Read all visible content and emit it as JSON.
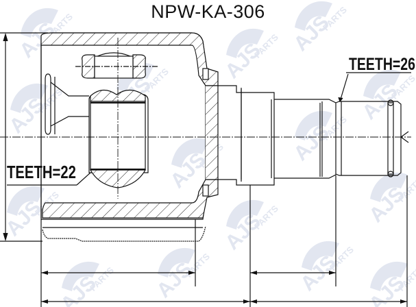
{
  "title": "NPW-KA-306",
  "labels": {
    "outer_teeth": "TEETH=26",
    "inner_teeth": "TEETH=22"
  },
  "watermark": {
    "brand": "AJS",
    "suffix": "PARTS",
    "color": "#dfe4ef"
  },
  "drawing": {
    "type": "CV joint inner (tripod) cross-section",
    "line_color": "#111111",
    "dimension_lines": 4
  }
}
